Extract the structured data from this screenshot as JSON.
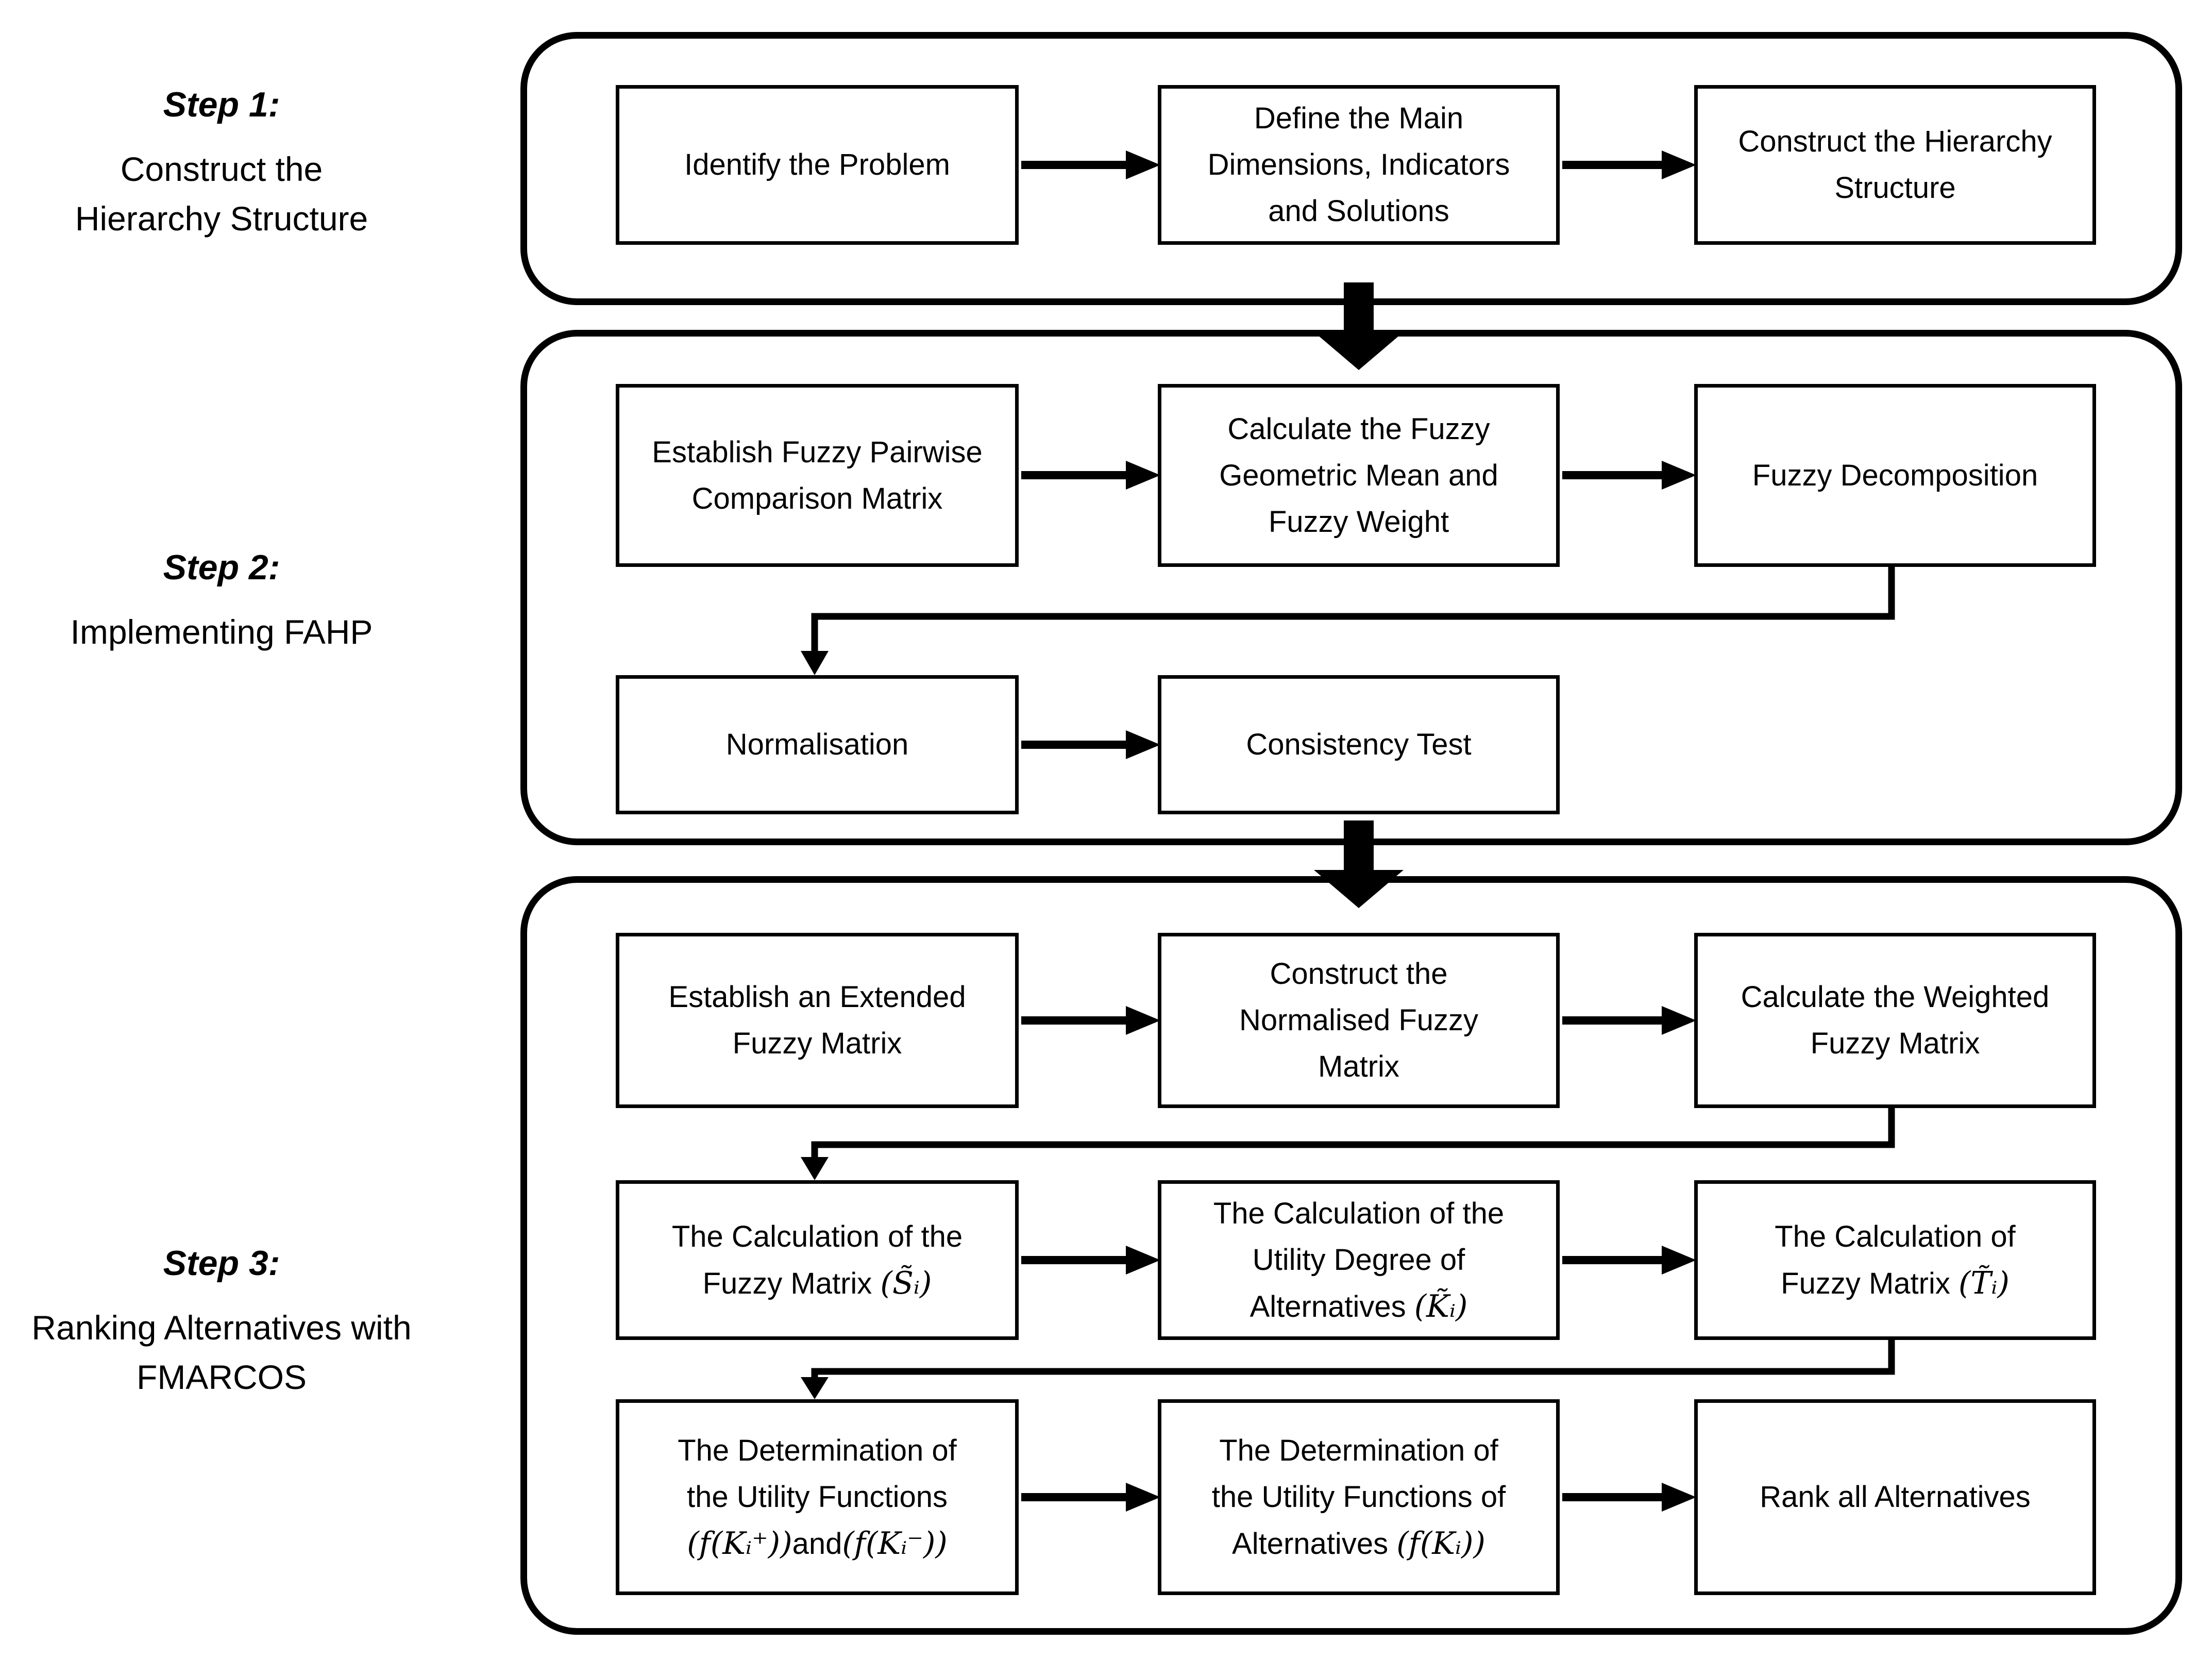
{
  "colors": {
    "ink": "#000000",
    "paper": "#ffffff"
  },
  "steps": [
    {
      "title": "Step 1:",
      "desc": [
        "Construct the",
        "Hierarchy Structure"
      ]
    },
    {
      "title": "Step 2:",
      "desc": [
        "Implementing FAHP"
      ]
    },
    {
      "title": "Step 3:",
      "desc": [
        "Ranking Alternatives with",
        "FMARCOS"
      ]
    }
  ],
  "boxes": {
    "b1": {
      "lines": [
        "Identify the Problem"
      ]
    },
    "b2": {
      "lines": [
        "Define the Main",
        "Dimensions, Indicators",
        "and Solutions"
      ]
    },
    "b3": {
      "lines": [
        "Construct the Hierarchy",
        "Structure"
      ]
    },
    "b4": {
      "lines": [
        "Establish Fuzzy Pairwise",
        "Comparison Matrix"
      ]
    },
    "b5": {
      "lines": [
        "Calculate the Fuzzy",
        "Geometric Mean and",
        "Fuzzy Weight"
      ]
    },
    "b6": {
      "lines": [
        "Fuzzy Decomposition"
      ]
    },
    "b7": {
      "lines": [
        "Normalisation"
      ]
    },
    "b8": {
      "lines": [
        "Consistency Test"
      ]
    },
    "b9": {
      "lines": [
        "Establish an Extended",
        "Fuzzy Matrix"
      ]
    },
    "b10": {
      "lines": [
        "Construct the",
        "Normalised Fuzzy",
        "Matrix"
      ]
    },
    "b11": {
      "lines": [
        "Calculate the Weighted",
        "Fuzzy Matrix"
      ]
    },
    "b12": {
      "lines": [
        "The Calculation of the"
      ],
      "tail_text": "Fuzzy Matrix ",
      "tail_math": "(S̃ᵢ)"
    },
    "b13": {
      "lines": [
        "The Calculation of the",
        "Utility Degree of"
      ],
      "tail_text": "Alternatives ",
      "tail_math": "(K̃ᵢ)"
    },
    "b14": {
      "lines": [
        "The Calculation of"
      ],
      "tail_text": "Fuzzy Matrix ",
      "tail_math": "(T̃ᵢ)"
    },
    "b15": {
      "lines": [
        "The Determination of",
        "the Utility Functions"
      ],
      "math_a": "(f(Kᵢ⁺))",
      "math_mid": "and",
      "math_b": "(f(Kᵢ⁻))"
    },
    "b16": {
      "lines": [
        "The Determination of",
        "the Utility Functions of"
      ],
      "tail_text": "Alternatives ",
      "tail_math": "(f(Kᵢ))"
    },
    "b17": {
      "lines": [
        "Rank all Alternatives"
      ]
    }
  }
}
